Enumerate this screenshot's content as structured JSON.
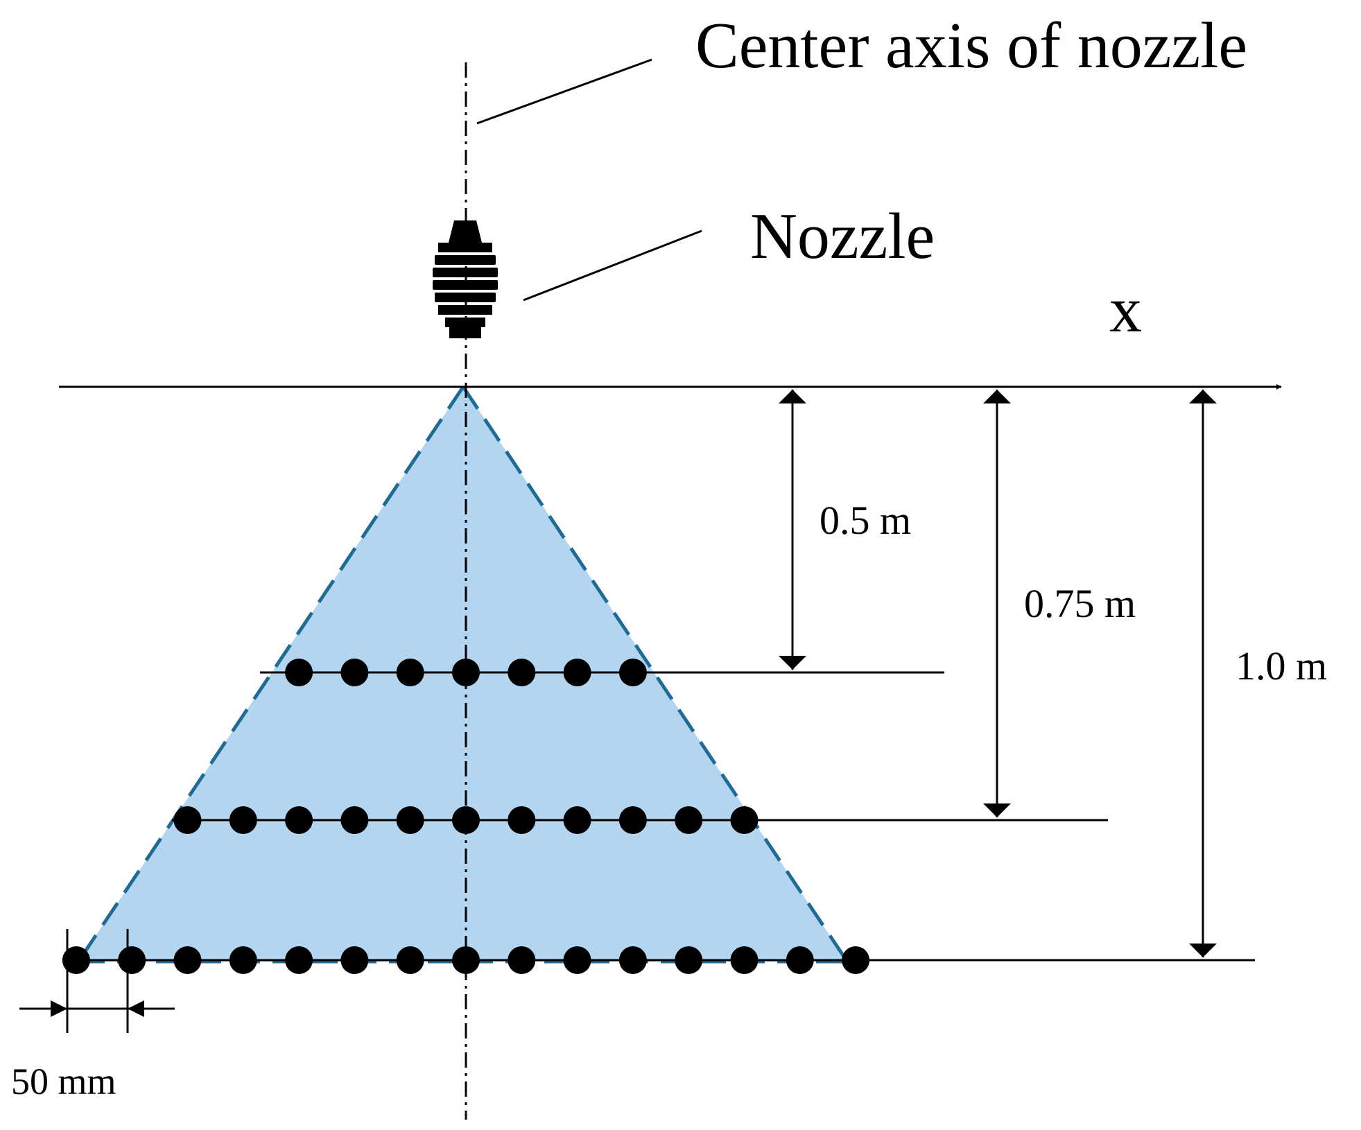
{
  "labels": {
    "center_axis": "Center axis of nozzle",
    "nozzle": "Nozzle",
    "x_axis": "x",
    "dist_1": "0.5 m",
    "dist_2": "0.75 m",
    "dist_3": "1.0 m",
    "spacing": "50 mm"
  },
  "colors": {
    "spray_fill": "#b3d5ef",
    "spray_edge": "#1e6b96",
    "ink": "#000000"
  },
  "measurement_rows": [
    {
      "distance": "0.5 m",
      "points": 7
    },
    {
      "distance": "0.75 m",
      "points": 11
    },
    {
      "distance": "1.0 m",
      "points": 15
    }
  ]
}
